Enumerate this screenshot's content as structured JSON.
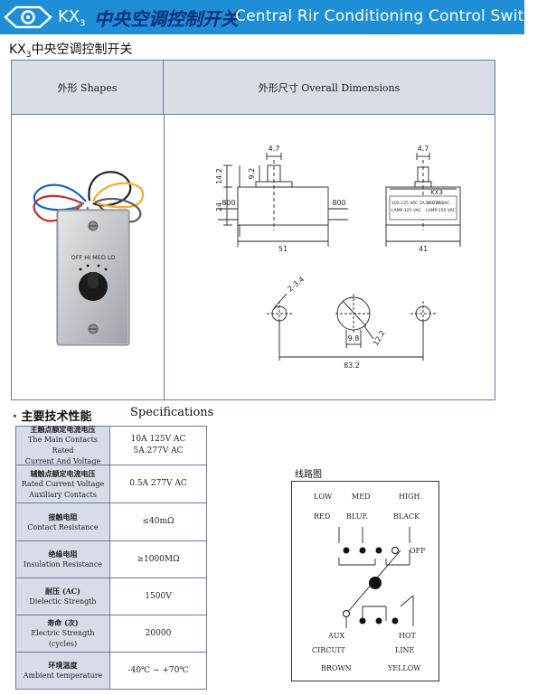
{
  "header": {
    "model": "KX",
    "model_sub": "3",
    "title_cn": "中央空调控制开关",
    "title_en": "Central Rir Conditioning Control Switches"
  },
  "section": {
    "title": "KX",
    "title_sub": "3",
    "title_cn": "中央空调控制开关"
  },
  "table": {
    "col_shape": "外形 Shapes",
    "col_dimensions": "外形尺寸 Overall Dimensions"
  },
  "product_photo": {
    "dial_labels": "OFF HI MED LO"
  },
  "dimensions": {
    "d_4_7_a": "4.7",
    "d_4_7_b": "4.7",
    "d_9_2": "9.2",
    "d_14_2": "14.2",
    "d_24": "24",
    "d_800_a": "800",
    "d_800_b": "800",
    "d_51": "51",
    "d_41": "41",
    "d_2_3_4": "2-3.4",
    "d_12_2": "12.2",
    "d_9_8": "9.8",
    "d_83_2": "83.2",
    "label_model": "KX3",
    "label_left": "10A-125 VAC\n5A-277 VAC",
    "label_left_2": "LAMP-125 VAC",
    "label_right": "5A-277 VAC",
    "label_right_2": "LAMP-250 VAC"
  },
  "specs": {
    "heading": "· 主要技术性能",
    "heading_en": "Specifications",
    "rows": [
      {
        "label_cn": "主触点额定电流电压",
        "label_en_1": "The Main Contacts Rated",
        "label_en_2": "Current And Voltage",
        "value_1": "10A 125V AC",
        "value_2": "5A 277V AC"
      },
      {
        "label_cn": "辅触点额定电流电压",
        "label_en_1": "Rated Current Voltage",
        "label_en_2": "Auxiliary Contacts",
        "value_1": "0.5A 277V AC",
        "value_2": ""
      },
      {
        "label_cn": "接触电阻",
        "label_en_1": "Contact Resistance",
        "label_en_2": "",
        "value_1": "≤40mΩ",
        "value_2": ""
      },
      {
        "label_cn": "绝缘电阻",
        "label_en_1": "Insulation Resistance",
        "label_en_2": "",
        "value_1": "≥1000MΩ",
        "value_2": ""
      },
      {
        "label_cn": "耐压 (AC)",
        "label_en_1": "Dielectic Strength",
        "label_en_2": "",
        "value_1": "1500V",
        "value_2": ""
      },
      {
        "label_cn": "寿命 (次)",
        "label_en_1": "Electric Strength (cycles)",
        "label_en_2": "",
        "value_1": "20000",
        "value_2": ""
      },
      {
        "label_cn": "环境温度",
        "label_en_1": "Ambient temperature",
        "label_en_2": "",
        "value_1": "-40℃ ~ +70℃",
        "value_2": ""
      }
    ]
  },
  "wiring": {
    "title": "线路图",
    "low": "LOW",
    "med": "MED",
    "high": "HIGH",
    "red": "RED",
    "blue": "BLUE",
    "black": "BLACK",
    "off": "OFF",
    "aux": "AUX",
    "hot": "HOT",
    "circuit": "CIRCUIT",
    "line": "LINE",
    "brown": "BROWN",
    "yellow": "YELLOW"
  },
  "colors": {
    "header_bg": "#1e8fd6",
    "header_cn": "#0a2f7a",
    "table_head": "#d9dde5",
    "spec_label": "#d7dce8"
  }
}
